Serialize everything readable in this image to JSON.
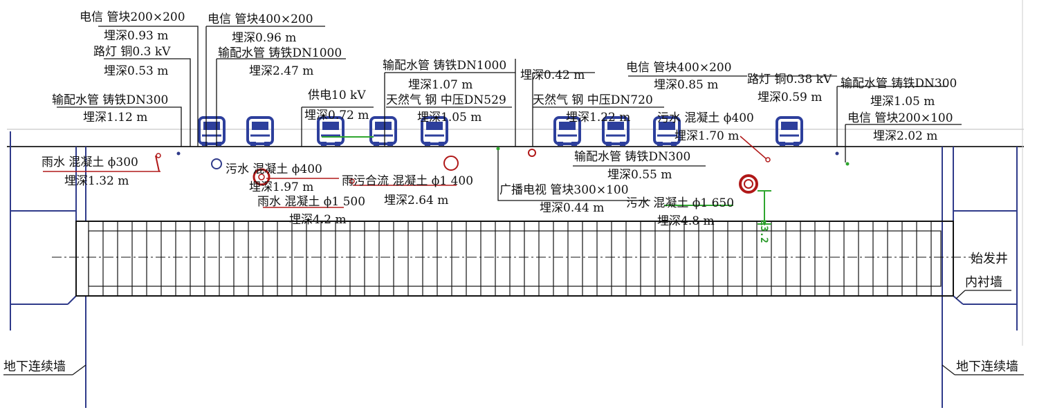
{
  "utility_labels": [
    {
      "id": "telecom-200x200",
      "name": "电信  管块200×200",
      "depth": "埋深0.93 m"
    },
    {
      "id": "telecom-400x200-left",
      "name": "电信  管块400×200",
      "depth": "埋深0.96 m"
    },
    {
      "id": "streetlight-left",
      "name": "路灯  铜0.3 kV",
      "depth": "埋深0.53 m"
    },
    {
      "id": "water-dn1000-left",
      "name": "输配水管  铸铁DN1000",
      "depth": "埋深2.47 m"
    },
    {
      "id": "water-dn300-left",
      "name": "输配水管  铸铁DN300",
      "depth": "埋深1.12 m"
    },
    {
      "id": "water-dn1000-mid",
      "name": "输配水管  铸铁DN1000",
      "depth": "埋深1.07 m"
    },
    {
      "id": "power-10kv",
      "name": "供电10 kV",
      "depth": "埋深0.72 m"
    },
    {
      "id": "gas-dn529",
      "name": "天然气  钢  中压DN529",
      "depth": "埋深1.05 m"
    },
    {
      "id": "unknown-042",
      "name": "",
      "depth": "埋深0.42 m"
    },
    {
      "id": "gas-dn720",
      "name": "天然气  钢  中压DN720",
      "depth": "埋深1.22 m"
    },
    {
      "id": "telecom-400x200-right",
      "name": "电信  管块400×200",
      "depth": "埋深0.85 m"
    },
    {
      "id": "streetlight-right",
      "name": "路灯  铜0.38 kV",
      "depth": "埋深0.59 m"
    },
    {
      "id": "water-dn300-right",
      "name": "输配水管  铸铁DN300",
      "depth": "埋深1.05 m"
    },
    {
      "id": "sewage-400-right",
      "name": "污水  混凝土 ϕ400",
      "depth": "埋深1.70 m"
    },
    {
      "id": "telecom-200x100",
      "name": "电信  管块200×100",
      "depth": "埋深2.02 m"
    },
    {
      "id": "rain-300",
      "name": "雨水  混凝土 ϕ300",
      "depth": "埋深1.32 m"
    },
    {
      "id": "sewage-400-left",
      "name": "污水  混凝土 ϕ400",
      "depth": "埋深1.97 m"
    },
    {
      "id": "combined-1400",
      "name": "雨污合流  混凝土 ϕ1 400",
      "depth": "埋深2.64 m"
    },
    {
      "id": "rain-1500",
      "name": "雨水  混凝土 ϕ1 500",
      "depth": "埋深4.2 m"
    },
    {
      "id": "water-dn300-mid",
      "name": "输配水管  铸铁DN300",
      "depth": "埋深0.55 m"
    },
    {
      "id": "tv-300x100",
      "name": "广播电视  管块300×100",
      "depth": "埋深0.44 m"
    },
    {
      "id": "sewage-1650",
      "name": "污水  混凝土 ϕ1 650",
      "depth": "埋深4.8 m"
    }
  ],
  "structure_labels": {
    "left_wall": "地下连续墙",
    "right_wall": "地下连续墙",
    "launch_shaft_line1": "始发井",
    "launch_shaft_line2": "内衬墙",
    "clearance_dim": "≥3.2"
  },
  "colors": {
    "line": "#111111",
    "frame": "#2f3a8a",
    "red_pipe": "#b01818",
    "green_pipe": "#2fa62f",
    "bus": "#2d3f9c"
  }
}
